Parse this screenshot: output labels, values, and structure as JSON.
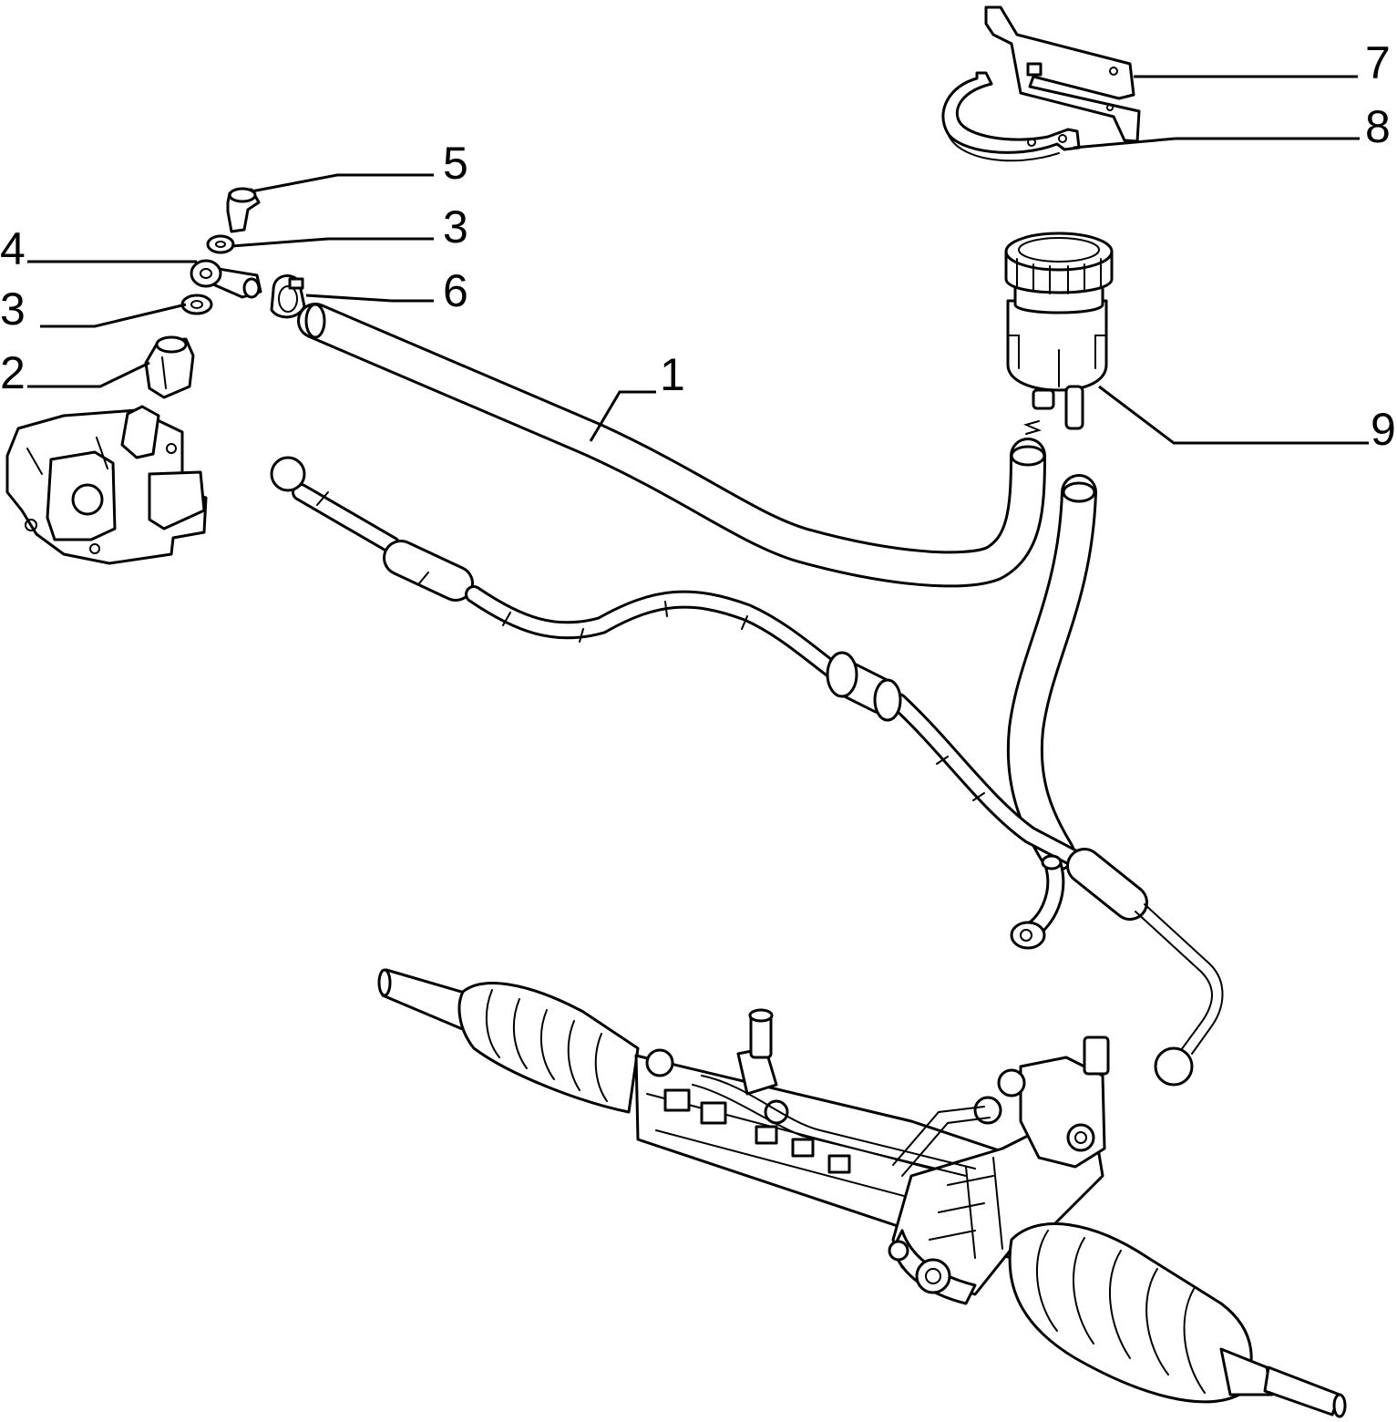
{
  "callouts": [
    {
      "id": "c7",
      "text": "7"
    },
    {
      "id": "c8",
      "text": "8"
    },
    {
      "id": "c5",
      "text": "5"
    },
    {
      "id": "c3a",
      "text": "3"
    },
    {
      "id": "c4",
      "text": "4"
    },
    {
      "id": "c6",
      "text": "6"
    },
    {
      "id": "c3b",
      "text": "3"
    },
    {
      "id": "c2",
      "text": "2"
    },
    {
      "id": "c1",
      "text": "1"
    },
    {
      "id": "c9",
      "text": "9"
    }
  ]
}
